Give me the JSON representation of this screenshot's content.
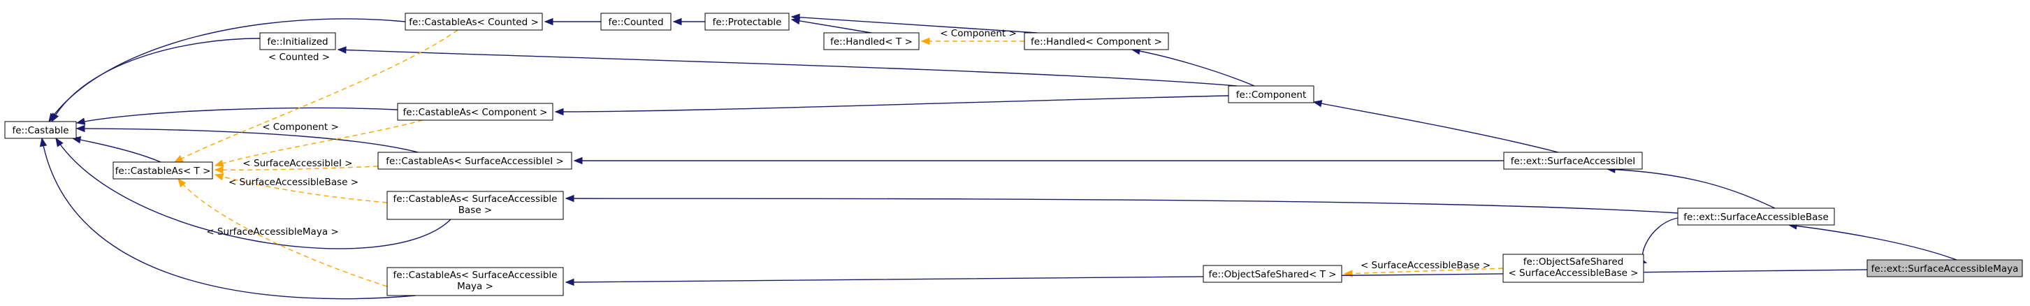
{
  "colors": {
    "inheritance": "#191970",
    "template_instance": "#ffa500",
    "node_fill": "#ffffff",
    "highlight_fill": "#bfbfbf",
    "node_border": "#000000"
  },
  "nodes": [
    {
      "id": "castable",
      "lines": [
        "fe::Castable"
      ]
    },
    {
      "id": "castableas_t",
      "lines": [
        "fe::CastableAs< T >"
      ]
    },
    {
      "id": "initialized",
      "lines": [
        "fe::Initialized"
      ]
    },
    {
      "id": "castableas_counted",
      "lines": [
        "fe::CastableAs< Counted >"
      ]
    },
    {
      "id": "counted",
      "lines": [
        "fe::Counted"
      ]
    },
    {
      "id": "protectable",
      "lines": [
        "fe::Protectable"
      ]
    },
    {
      "id": "handled_t",
      "lines": [
        "fe::Handled< T >"
      ]
    },
    {
      "id": "handled_component",
      "lines": [
        "fe::Handled< Component >"
      ]
    },
    {
      "id": "castableas_component",
      "lines": [
        "fe::CastableAs< Component >"
      ]
    },
    {
      "id": "component",
      "lines": [
        "fe::Component"
      ]
    },
    {
      "id": "castableas_sai",
      "lines": [
        "fe::CastableAs< SurfaceAccessibleI >"
      ]
    },
    {
      "id": "surfaceaccessiblei",
      "lines": [
        "fe::ext::SurfaceAccessibleI"
      ]
    },
    {
      "id": "castableas_sab",
      "lines": [
        "fe::CastableAs< SurfaceAccessible",
        "Base >"
      ]
    },
    {
      "id": "surfaceaccessiblebase",
      "lines": [
        "fe::ext::SurfaceAccessibleBase"
      ]
    },
    {
      "id": "objectsafeshared_t",
      "lines": [
        "fe::ObjectSafeShared< T >"
      ]
    },
    {
      "id": "objectsafeshared_sab",
      "lines": [
        "fe::ObjectSafeShared",
        "< SurfaceAccessibleBase >"
      ]
    },
    {
      "id": "castableas_sam",
      "lines": [
        "fe::CastableAs< SurfaceAccessible",
        "Maya >"
      ]
    },
    {
      "id": "surfaceaccessiblemaya",
      "lines": [
        "fe::ext::SurfaceAccessibleMaya"
      ],
      "highlighted": true
    }
  ],
  "edges": [
    {
      "id": "e1",
      "type": "inheritance",
      "from": "castableas_t",
      "to": "castable"
    },
    {
      "id": "e2",
      "type": "inheritance",
      "from": "initialized",
      "to": "castable"
    },
    {
      "id": "e3",
      "type": "inheritance",
      "from": "castableas_counted",
      "to": "castable"
    },
    {
      "id": "e4",
      "type": "inheritance",
      "from": "castableas_component",
      "to": "castable"
    },
    {
      "id": "e5",
      "type": "inheritance",
      "from": "castableas_sai",
      "to": "castable"
    },
    {
      "id": "e6",
      "type": "inheritance",
      "from": "castableas_sab",
      "to": "castable"
    },
    {
      "id": "e7",
      "type": "inheritance",
      "from": "castableas_sam",
      "to": "castable"
    },
    {
      "id": "e8",
      "type": "inheritance",
      "from": "counted",
      "to": "castableas_counted"
    },
    {
      "id": "e9",
      "type": "inheritance",
      "from": "protectable",
      "to": "counted"
    },
    {
      "id": "e10",
      "type": "inheritance",
      "from": "handled_t",
      "to": "protectable"
    },
    {
      "id": "e11",
      "type": "inheritance",
      "from": "handled_component",
      "to": "protectable"
    },
    {
      "id": "e12",
      "type": "template",
      "from": "handled_component",
      "to": "handled_t",
      "label": "< Component >"
    },
    {
      "id": "e13",
      "type": "inheritance",
      "from": "component",
      "to": "initialized"
    },
    {
      "id": "e14",
      "type": "inheritance",
      "from": "component",
      "to": "handled_component"
    },
    {
      "id": "e15",
      "type": "inheritance",
      "from": "component",
      "to": "castableas_component"
    },
    {
      "id": "e16",
      "type": "inheritance",
      "from": "surfaceaccessiblei",
      "to": "component"
    },
    {
      "id": "e17",
      "type": "inheritance",
      "from": "surfaceaccessiblei",
      "to": "castableas_sai"
    },
    {
      "id": "e18",
      "type": "inheritance",
      "from": "surfaceaccessiblebase",
      "to": "surfaceaccessiblei"
    },
    {
      "id": "e19",
      "type": "inheritance",
      "from": "surfaceaccessiblebase",
      "to": "castableas_sab"
    },
    {
      "id": "e20",
      "type": "inheritance",
      "from": "surfaceaccessiblebase",
      "to": "objectsafeshared_sab"
    },
    {
      "id": "e21",
      "type": "template",
      "from": "objectsafeshared_sab",
      "to": "objectsafeshared_t",
      "label": "< SurfaceAccessibleBase >"
    },
    {
      "id": "e22",
      "type": "inheritance",
      "from": "surfaceaccessiblemaya",
      "to": "surfaceaccessiblebase"
    },
    {
      "id": "e23",
      "type": "inheritance",
      "from": "surfaceaccessiblemaya",
      "to": "castableas_sam"
    },
    {
      "id": "e24",
      "type": "template",
      "from": "castableas_counted",
      "to": "castableas_t",
      "label": "< Counted >"
    },
    {
      "id": "e25",
      "type": "template",
      "from": "castableas_component",
      "to": "castableas_t",
      "label": "< Component >"
    },
    {
      "id": "e26",
      "type": "template",
      "from": "castableas_sai",
      "to": "castableas_t",
      "label": "< SurfaceAccessibleI >"
    },
    {
      "id": "e27",
      "type": "template",
      "from": "castableas_sab",
      "to": "castableas_t",
      "label": "< SurfaceAccessibleBase >"
    },
    {
      "id": "e28",
      "type": "template",
      "from": "castableas_sam",
      "to": "castableas_t",
      "label": "< SurfaceAccessibleMaya >"
    }
  ]
}
